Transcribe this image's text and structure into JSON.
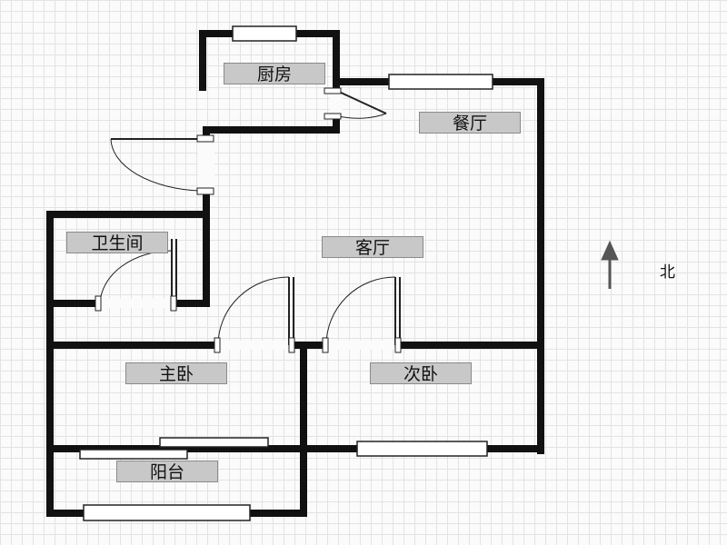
{
  "rooms": {
    "kitchen": "厨房",
    "dining": "餐厅",
    "bathroom": "卫生间",
    "living": "客厅",
    "master_bedroom": "主卧",
    "second_bedroom": "次卧",
    "balcony": "阳台"
  },
  "compass": {
    "north_label": "北",
    "icon": "north-arrow-icon"
  },
  "colors": {
    "wall": "#111111",
    "label_bg": "#c8c8c8",
    "window": "#ffffff",
    "grid": "#e3e3e3"
  }
}
